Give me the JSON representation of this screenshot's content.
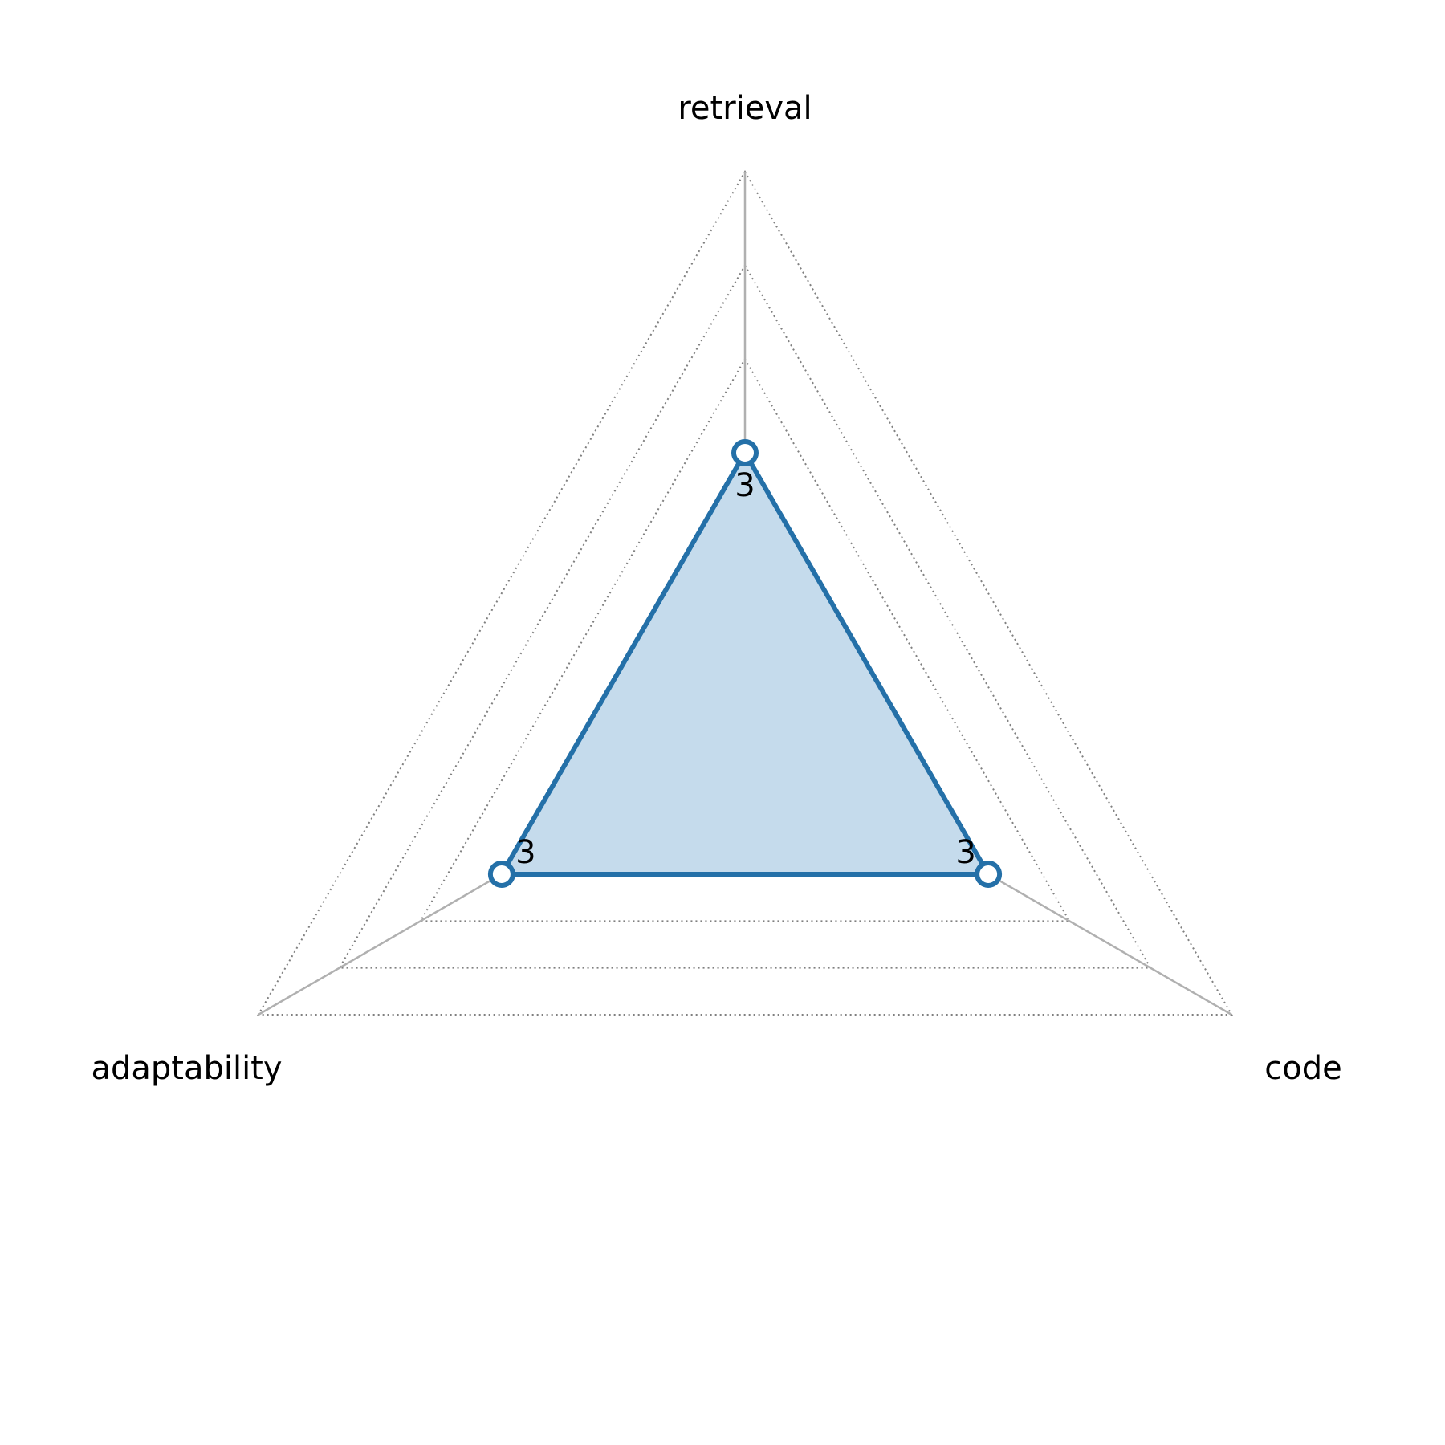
{
  "chart_data": {
    "type": "radar",
    "title": "",
    "axes": [
      "retrieval",
      "code",
      "adaptability"
    ],
    "series": [
      {
        "values": [
          3,
          3,
          3
        ],
        "labels": [
          "3",
          "3",
          "3"
        ]
      }
    ],
    "range": [
      0,
      6
    ],
    "rings": [
      1,
      2,
      3,
      4,
      5,
      6
    ],
    "grid": true,
    "legend": "none",
    "colors": {
      "line": "#2470a8",
      "fill": "#c5dbec",
      "marker_fill": "#ffffff",
      "spoke": "#b0b0b0",
      "ring": "#808080"
    }
  }
}
